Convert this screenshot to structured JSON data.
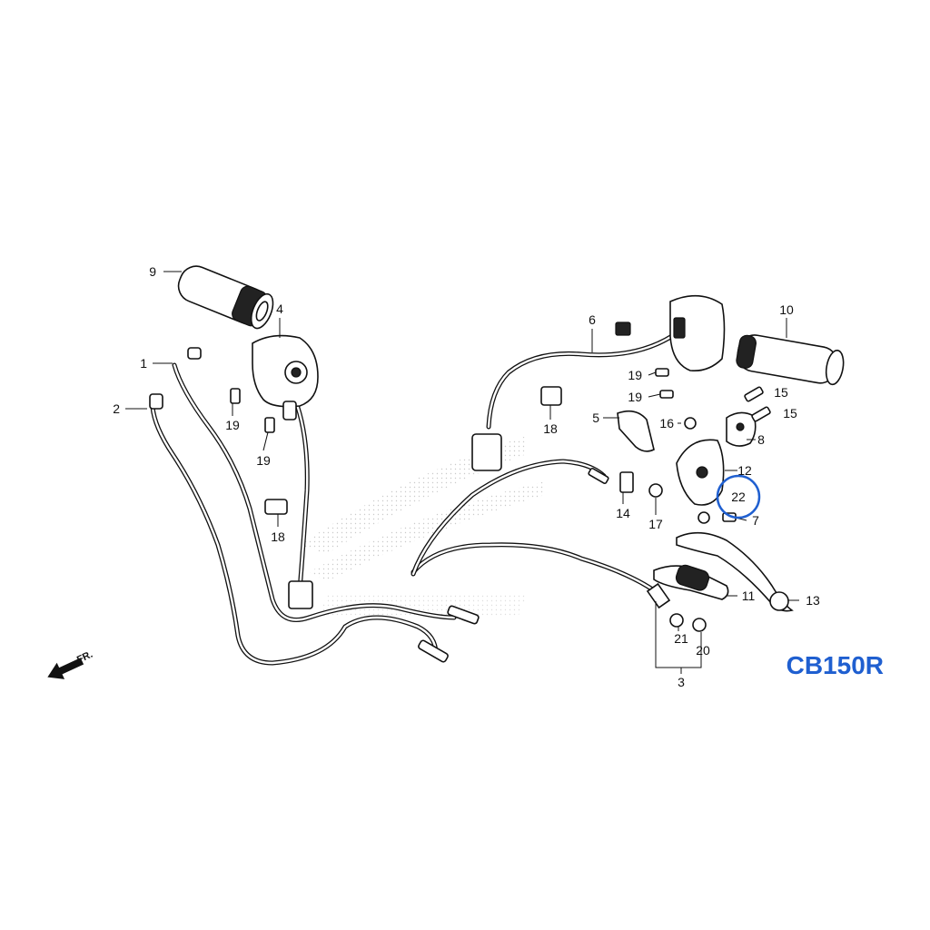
{
  "diagram": {
    "model": "CB150R",
    "direction_label": "FR.",
    "callouts": {
      "c1": "1",
      "c2": "2",
      "c3": "3",
      "c4": "4",
      "c5": "5",
      "c6": "6",
      "c7": "7",
      "c8": "8",
      "c9": "9",
      "c10": "10",
      "c11": "11",
      "c12": "12",
      "c13": "13",
      "c14": "14",
      "c15a": "15",
      "c15b": "15",
      "c16": "16",
      "c17": "17",
      "c18a": "18",
      "c18b": "18",
      "c19a": "19",
      "c19b": "19",
      "c19c": "19",
      "c19d": "19",
      "c20": "20",
      "c21": "21",
      "c22": "22"
    },
    "colors": {
      "highlight": "#1f5fd0",
      "line": "#111111"
    }
  }
}
